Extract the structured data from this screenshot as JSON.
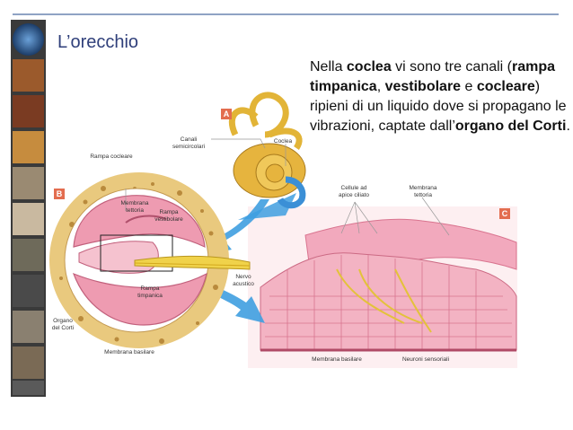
{
  "slide": {
    "title": "L’orecchio",
    "paragraph": {
      "t1": "Nella ",
      "b1": "coclea",
      "t2": " vi sono tre canali (",
      "b2": "rampa timpanica",
      "t3": ", ",
      "b3": "vestibolare",
      "t4": " e ",
      "b4": "cocleare",
      "t5": ") ripieni di un liquido dove si propagano le vibrazioni, captate dall’",
      "b5": "organo del Corti",
      "t6": "."
    }
  },
  "figure": {
    "panel_a": "A",
    "panel_b": "B",
    "panel_c": "C",
    "labels": {
      "canali": "Canali semicircolari",
      "coclea": "Coclea",
      "rampa_cocleare": "Rampa cocleare",
      "membrana_tettoria_b": "Membrana tettoria",
      "rampa_vestibolare": "Rampa vestibolare",
      "rampa_timpanica": "Rampa timpanica",
      "nervo_acustico": "Nervo acustico",
      "organo_corti": "Organo del Corti",
      "membrana_basilare_b": "Membrana basilare",
      "cellule_ciliate": "Cellule ad apice ciliato",
      "membrana_tettoria_c": "Membrana tettoria",
      "membrana_basilare_c": "Membrana basilare",
      "neuroni_sensoriali": "Neuroni sensoriali"
    }
  }
}
